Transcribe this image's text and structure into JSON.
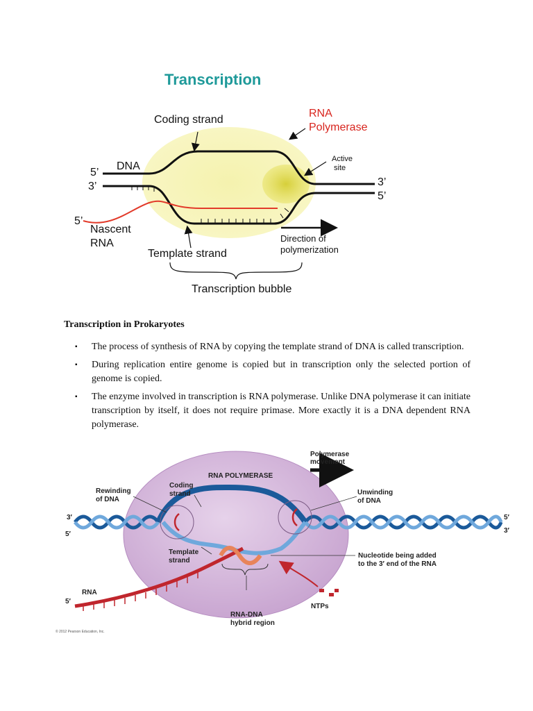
{
  "figure1": {
    "title": "Transcription",
    "labels": {
      "coding_strand": "Coding strand",
      "rna_polymerase_line1": "RNA",
      "rna_polymerase_line2": "Polymerase",
      "dna": "DNA",
      "five_prime_left": "5’",
      "three_prime_left": "3’",
      "active_site_line1": "Active",
      "active_site_line2": "site",
      "three_prime_right": "3’",
      "five_prime_right": "5’",
      "five_prime_rna": "5’",
      "nascent_line1": "Nascent",
      "nascent_line2": "RNA",
      "template_strand": "Template strand",
      "direction_line1": "Direction of",
      "direction_line2": "polymerization",
      "transcription_bubble": "Transcription bubble"
    }
  },
  "section": {
    "heading": "Transcription in Prokaryotes",
    "bullet_glyph": "▪",
    "bullets": [
      "The process of synthesis of RNA by copying the template strand of DNA is called transcription.",
      "During replication entire genome is copied but in transcription only the selected portion of genome is copied.",
      "The enzyme involved in transcription is RNA polymerase. Unlike DNA polymerase it can initiate transcription by itself, it does not require primase. More exactly it is a DNA dependent RNA polymerase."
    ]
  },
  "figure2": {
    "labels": {
      "polymerase_movement_line1": "Polymerase",
      "polymerase_movement_line2": "movement",
      "rna_polymerase": "RNA POLYMERASE",
      "rewinding_line1": "Rewinding",
      "rewinding_line2": "of DNA",
      "coding_line1": "Coding",
      "coding_line2": "strand",
      "unwinding_line1": "Unwinding",
      "unwinding_line2": "of DNA",
      "three_prime_left": "3′",
      "five_prime_left": "5′",
      "five_prime_right": "5′",
      "three_prime_right": "3′",
      "template_line1": "Template",
      "template_line2": "strand",
      "nucleotide_line1": "Nucleotide being added",
      "nucleotide_line2": "to the 3′ end of the RNA",
      "rna": "RNA",
      "five_prime_rna": "5′",
      "ntps": "NTPs",
      "hybrid_line1": "RNA-DNA",
      "hybrid_line2": "hybrid region",
      "credit": "© 2012 Pearson Education, Inc."
    },
    "colors": {
      "polymerase_body": "#d8b9de",
      "dna_dark": "#1b5a9a",
      "dna_light": "#6fa8dc",
      "rna_red": "#c0262d",
      "hybrid_orange": "#e8845a"
    }
  }
}
